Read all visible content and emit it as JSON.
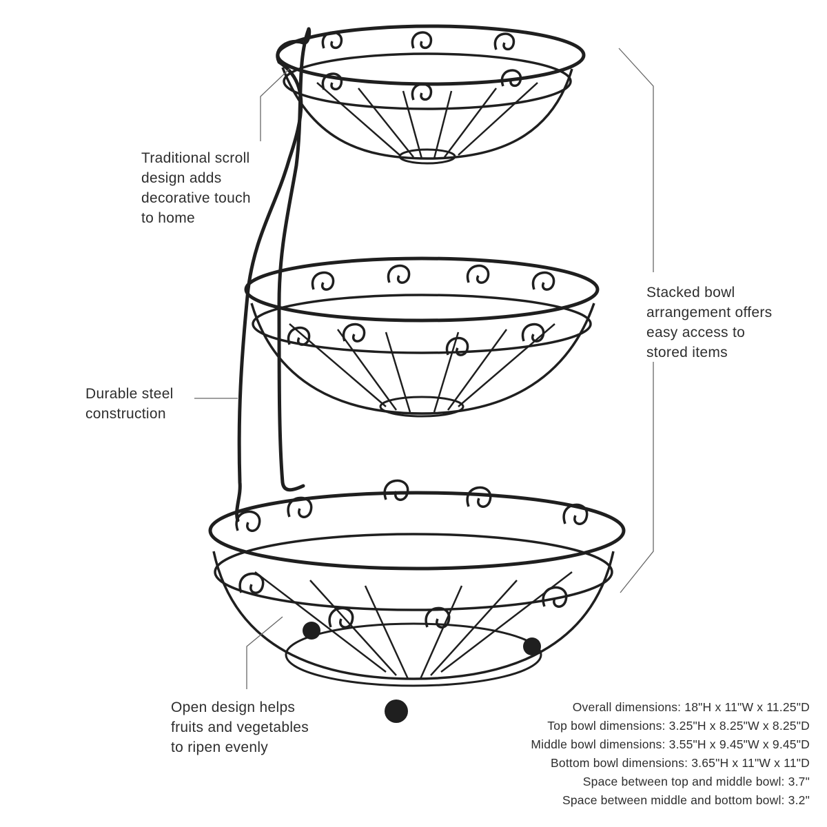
{
  "callouts": {
    "scroll": [
      "Traditional scroll",
      "design adds",
      "decorative touch",
      "to home"
    ],
    "steel": [
      "Durable steel",
      "construction"
    ],
    "stacked": [
      "Stacked bowl",
      "arrangement offers",
      "easy access to",
      "stored items"
    ],
    "open": [
      "Open design helps",
      "fruits and vegetables",
      "to ripen evenly"
    ]
  },
  "dimensions": [
    "Overall dimensions: 18\"H x 11\"W x 11.25\"D",
    "Top bowl dimensions: 3.25\"H x 8.25\"W x 8.25\"D",
    "Middle bowl dimensions: 3.55\"H x 9.45\"W x 9.45\"D",
    "Bottom bowl dimensions: 3.65\"H x 11\"W x 11\"D",
    "Space between top and middle bowl: 3.7\"",
    "Space between middle and bottom bowl: 3.2\""
  ],
  "colors": {
    "metal": "#1f1f1f",
    "leader": "#666666",
    "text": "#2e2e2e",
    "background": "#ffffff"
  }
}
